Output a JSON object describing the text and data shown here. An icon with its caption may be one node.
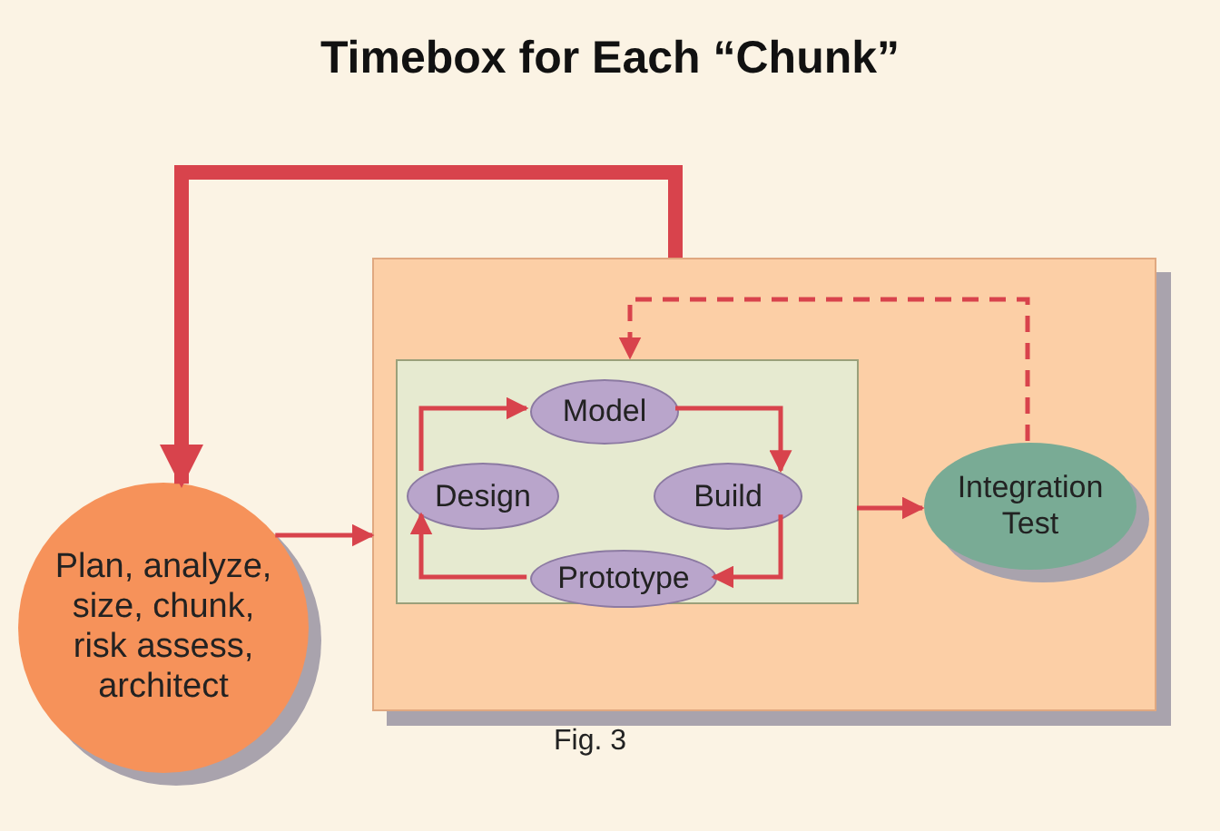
{
  "diagram": {
    "title": "Timebox for Each “Chunk”",
    "nodes": [
      {
        "text": [],
        "shape": "box"
      },
      {
        "text": [],
        "shape": "box",
        "in": 0
      },
      {
        "text": [
          "Model"
        ],
        "in": 1
      },
      {
        "text": [
          "Design"
        ],
        "in": 1
      },
      {
        "text": [
          "Build"
        ],
        "in": 1
      },
      {
        "text": [
          "Prototype"
        ],
        "in": 1
      },
      {
        "text": [
          "Integration Test"
        ],
        "in": 0
      },
      {
        "text": [
          "Plan, analyze, size, chunk, risk assess, architect"
        ]
      }
    ],
    "edges": [
      {
        "from": 0,
        "to": 7,
        "arrow": "to",
        "style": "thick"
      },
      {
        "from": 7,
        "to": 0,
        "arrow": "to"
      },
      {
        "from": 3,
        "to": 2,
        "arrow": "to"
      },
      {
        "from": 2,
        "to": 4,
        "arrow": "to"
      },
      {
        "from": 4,
        "to": 5,
        "arrow": "to"
      },
      {
        "from": 5,
        "to": 3,
        "arrow": "to"
      },
      {
        "from": 1,
        "to": 6,
        "arrow": "to"
      },
      {
        "from": 6,
        "to": 1,
        "arrow": "to",
        "style": "dashed"
      }
    ],
    "labels": [
      "Fig. 3"
    ]
  }
}
